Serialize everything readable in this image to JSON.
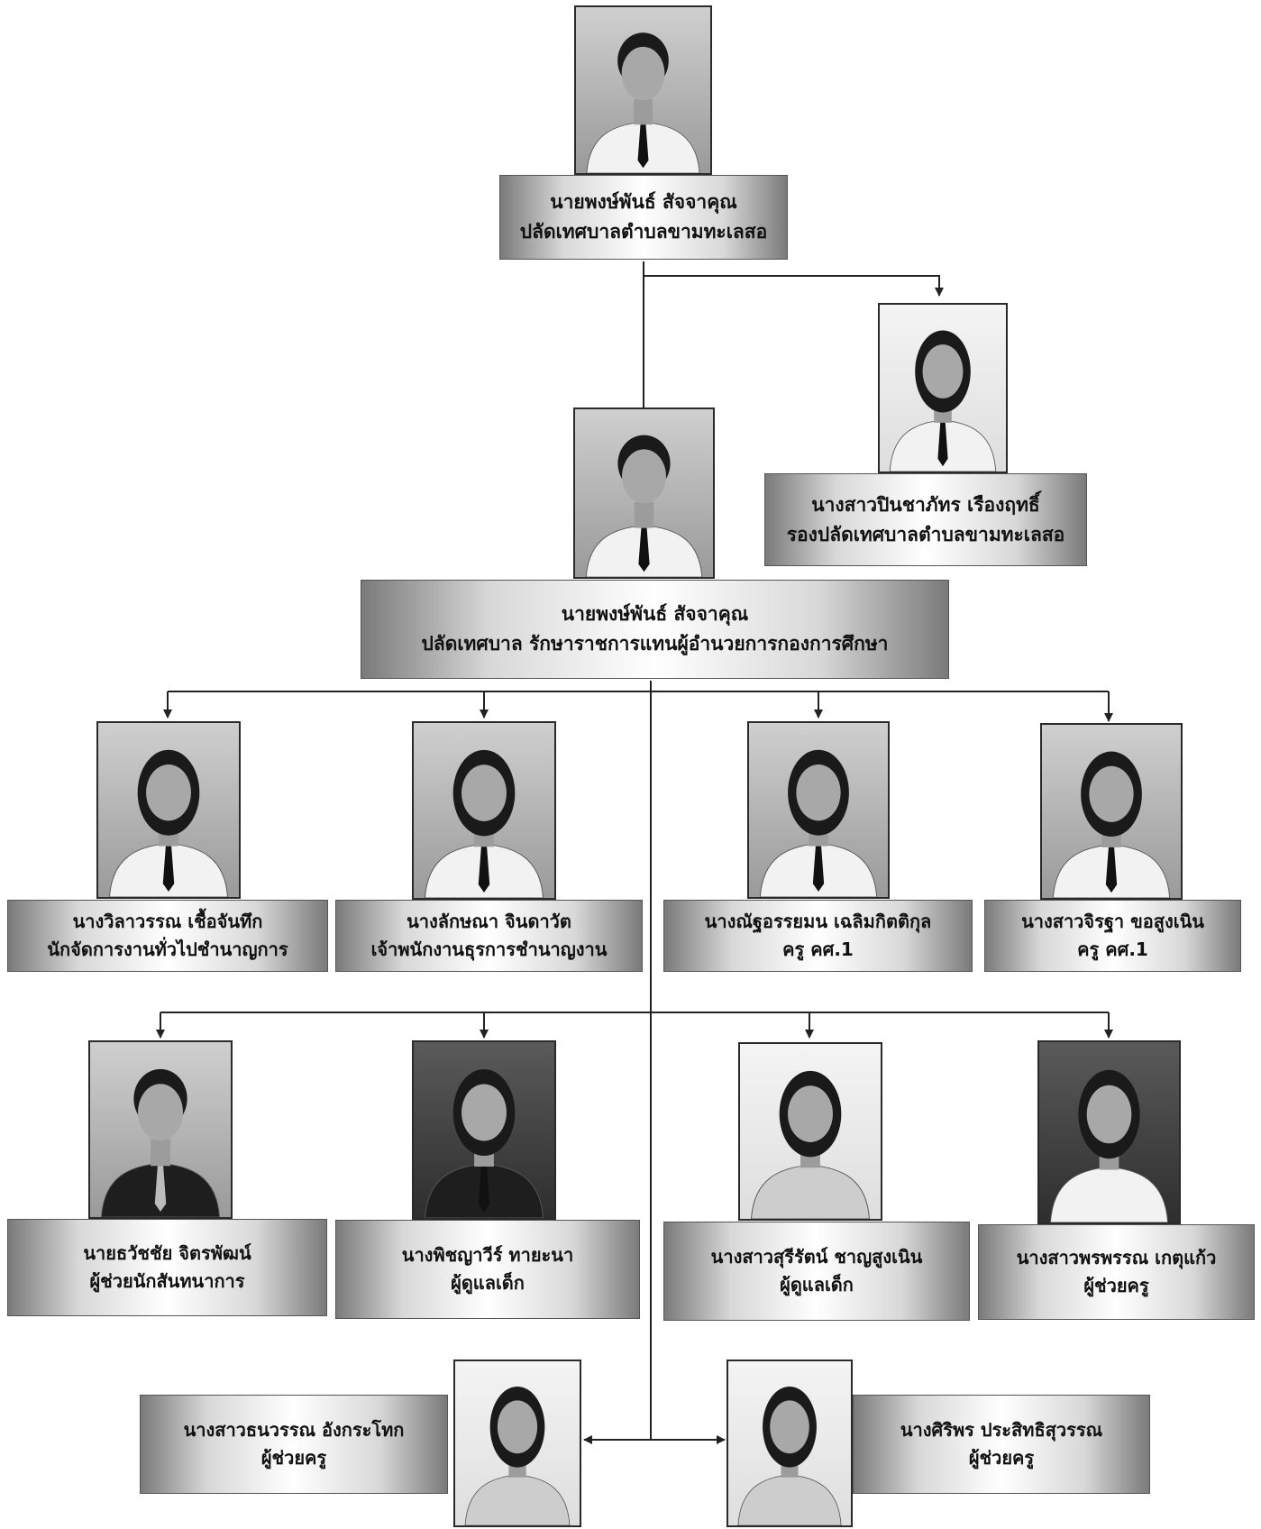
{
  "persons": [
    {
      "id": "top",
      "name": "นายพงษ์พันธ์  สัจจาคุณ",
      "position": "ปลัดเทศบาลตำบลขามทะเลสอ",
      "photo": "man-in-white-uniform"
    },
    {
      "id": "deputy",
      "name": "นางสาวปินชาภัทร เรืองฤทธิ์",
      "position": "รองปลัดเทศบาลตำบลขามทะเลสอ",
      "photo": "woman-in-white-uniform"
    },
    {
      "id": "head",
      "name": "นายพงษ์พันธ์  สัจจาคุณ",
      "position": "ปลัดเทศบาล รักษาราชการแทนผู้อำนวยการกองการศึกษา",
      "photo": "man-in-white-uniform"
    },
    {
      "id": "r1a",
      "name": "นางวิลาวรรณ  เชื้อจันทึก",
      "position": "นักจัดการงานทั่วไปชำนาญการ",
      "photo": "woman-in-white-uniform"
    },
    {
      "id": "r1b",
      "name": "นางลักษณา  จินดาวัต",
      "position": "เจ้าพนักงานธุรการชำนาญงาน",
      "photo": "woman-in-white-uniform"
    },
    {
      "id": "r1c",
      "name": "นางณัฐอรรยมน เฉลิมกิตติกุล",
      "position": "ครู คศ.1",
      "photo": "woman-in-white-uniform"
    },
    {
      "id": "r1d",
      "name": "นางสาวจิรฐา  ขอสูงเนิน",
      "position": "ครู คศ.1",
      "photo": "woman-in-white-uniform"
    },
    {
      "id": "r2a",
      "name": "นายธวัชชัย  จิตรพัฒน์",
      "position": "ผู้ช่วยนักสันทนาการ",
      "photo": "man-in-dark-suit"
    },
    {
      "id": "r2b",
      "name": "นางพิชญาวีร์  ทายะนา",
      "position": "ผู้ดูแลเด็ก",
      "photo": "woman-in-dark-jacket"
    },
    {
      "id": "r2c",
      "name": "นางสาวสุรีรัตน์  ชาญสูงเนิน",
      "position": "ผู้ดูแลเด็ก",
      "photo": "woman-in-polo"
    },
    {
      "id": "r2d",
      "name": "นางสาวพรพรรณ  เกตุแก้ว",
      "position": "ผู้ช่วยครู",
      "photo": "woman-in-white-shirt"
    },
    {
      "id": "r3a",
      "name": "นางสาวธนวรรณ  อังกระโทก",
      "position": "ผู้ช่วยครู",
      "photo": "woman-in-checked-shirt"
    },
    {
      "id": "r3b",
      "name": "นางศิริพร  ประสิทธิสุวรรณ",
      "position": "ผู้ช่วยครู",
      "photo": "woman-in-polo"
    }
  ]
}
